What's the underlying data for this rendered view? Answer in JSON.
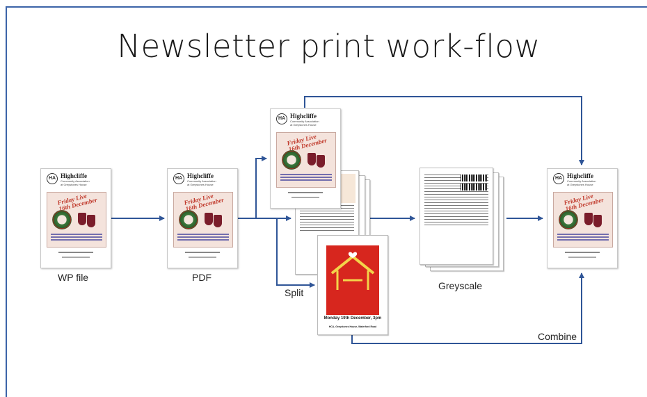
{
  "title": "Newsletter print work-flow",
  "labels": {
    "wp_file": "WP file",
    "pdf": "PDF",
    "split": "Split",
    "greyscale": "Greyscale",
    "combine": "Combine"
  },
  "colors": {
    "arrow": "#2f5597",
    "frame": "#3b63a8",
    "poster_red": "#c0392b",
    "event_red": "#d7261e"
  },
  "cover": {
    "brand": "Highcliffe",
    "subtitle_1": "Community Association",
    "subtitle_2": "at Greystones House",
    "poster_title": "Friday Live 16th December"
  },
  "event_page": {
    "date_line": "Monday 19th December, 3pm",
    "venue_line": "HCA, Greystones House, Waterford Road"
  }
}
